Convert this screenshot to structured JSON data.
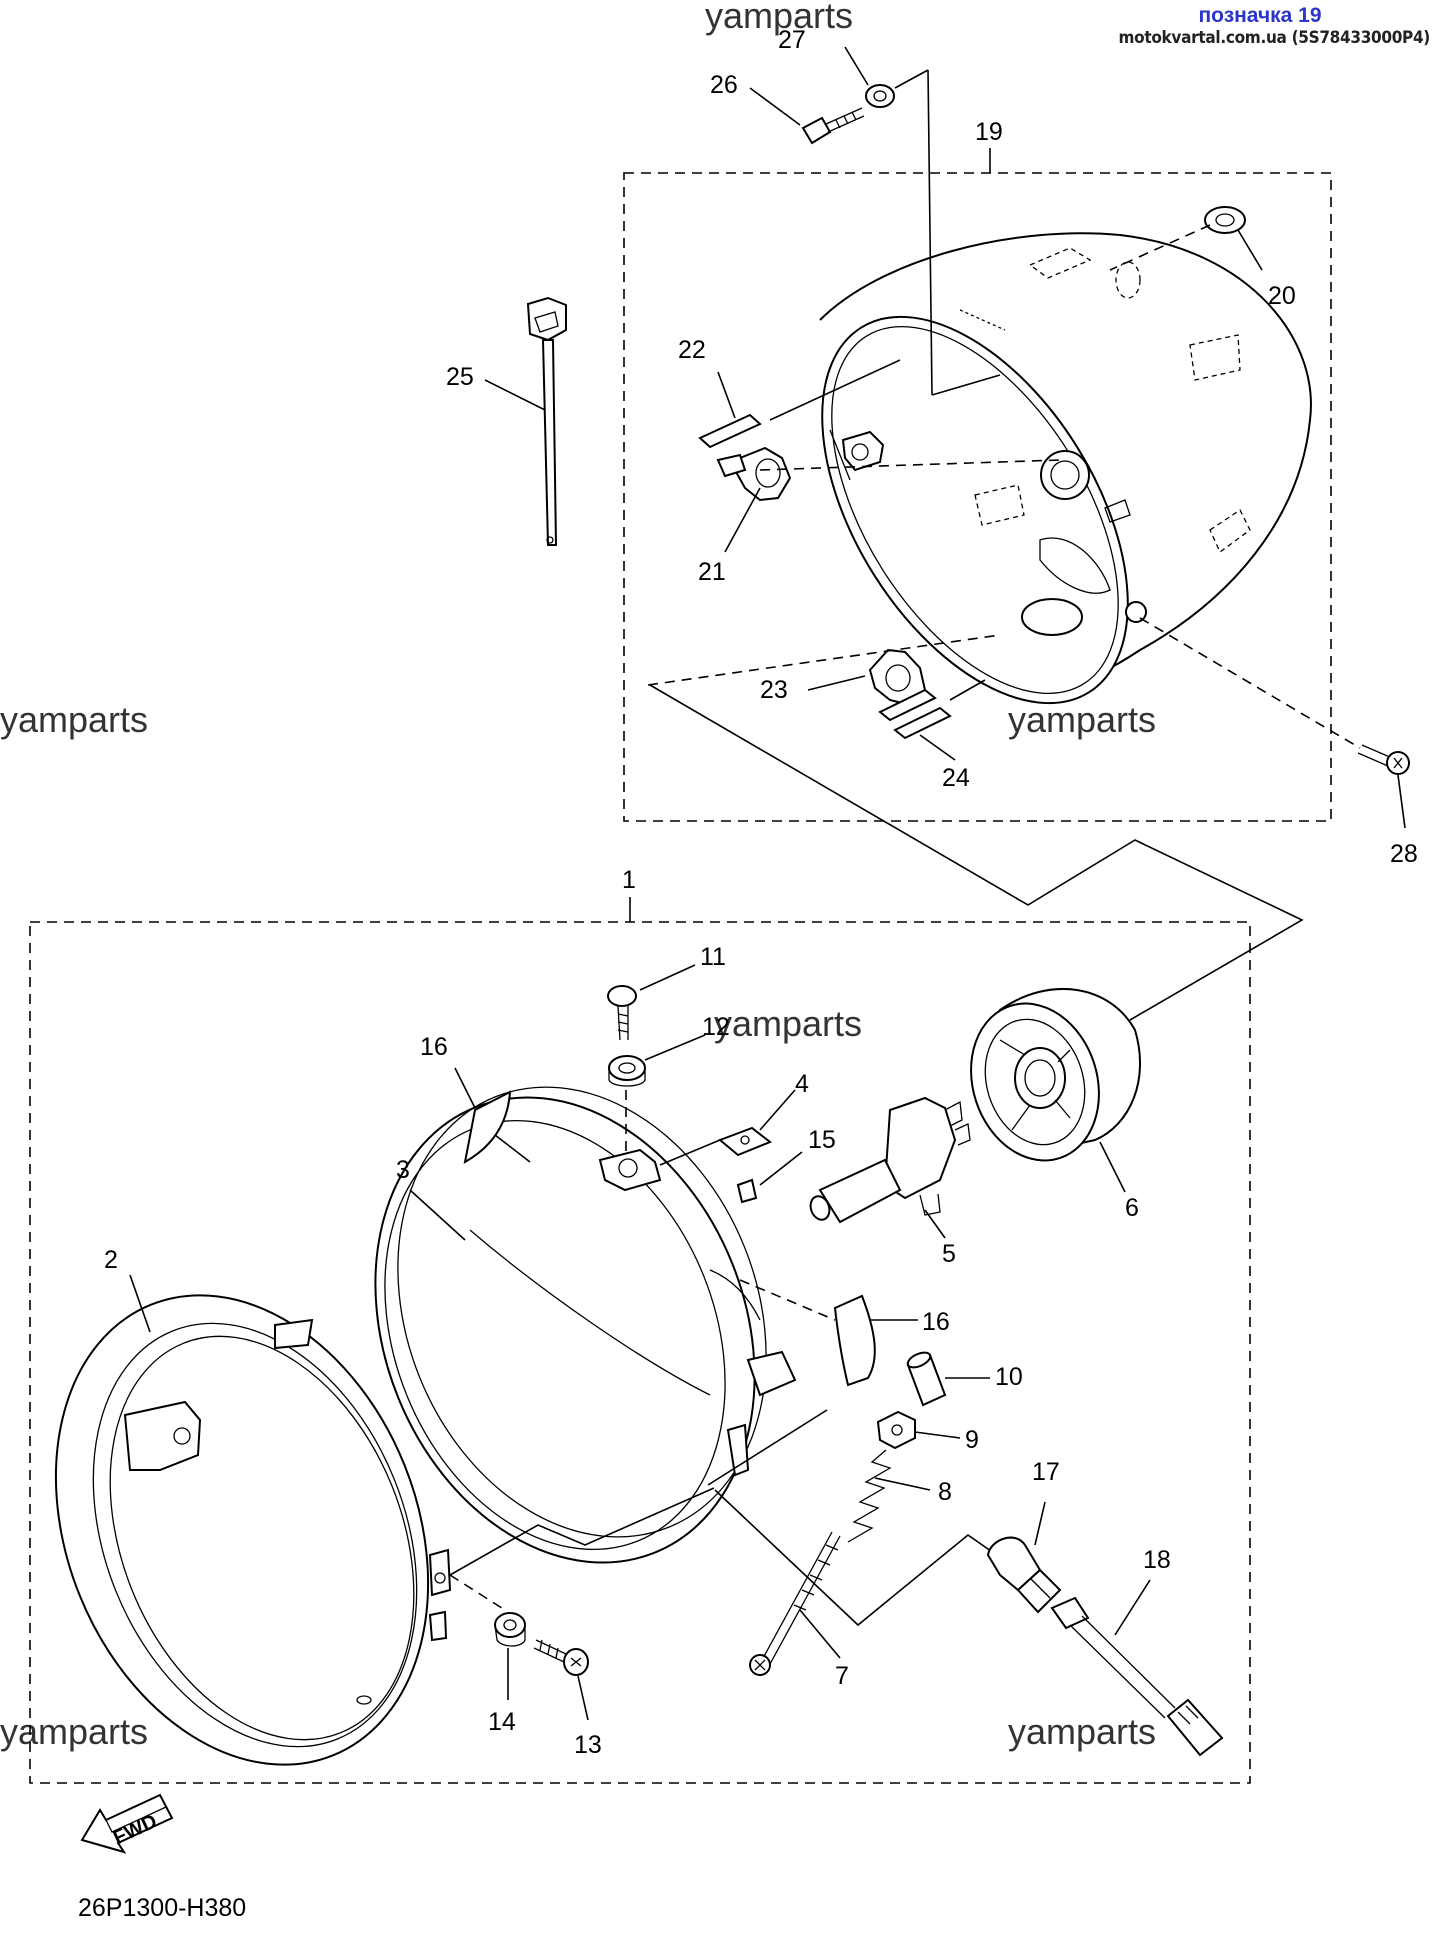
{
  "header": {
    "tag": "позначка 19",
    "source": "motokvartal.com.ua (5S78433000P4)"
  },
  "watermarks": [
    "yamparts",
    "yamparts",
    "yamparts",
    "yamparts",
    "yamparts",
    "yamparts"
  ],
  "diagram_code": "26P1300-H380",
  "fwd_label": "FWD",
  "callouts": {
    "c1": "1",
    "c2": "2",
    "c3": "3",
    "c4": "4",
    "c5": "5",
    "c6": "6",
    "c7": "7",
    "c8": "8",
    "c9": "9",
    "c10": "10",
    "c11": "11",
    "c12": "12",
    "c13": "13",
    "c14": "14",
    "c15": "15",
    "c16a": "16",
    "c16b": "16",
    "c17": "17",
    "c18": "18",
    "c19": "19",
    "c20": "20",
    "c21": "21",
    "c22": "22",
    "c23": "23",
    "c24": "24",
    "c25": "25",
    "c26": "26",
    "c27": "27",
    "c28": "28"
  }
}
